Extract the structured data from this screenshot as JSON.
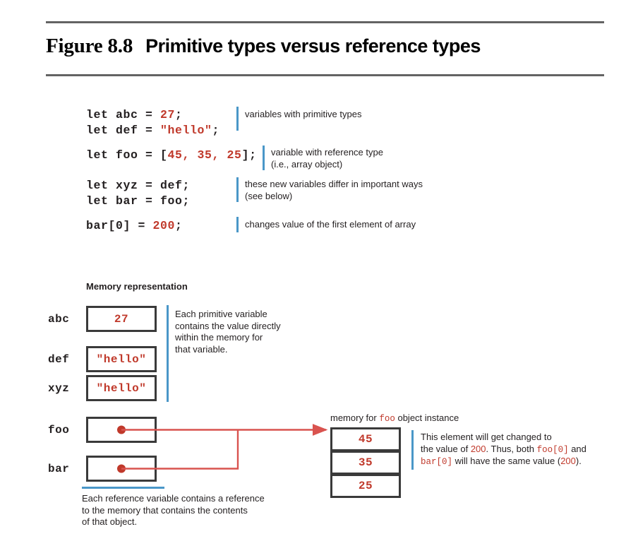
{
  "figure": {
    "number": "Figure 8.8",
    "title": "Primitive types versus reference types"
  },
  "code": {
    "group1": {
      "lines": [
        {
          "prefix": "let abc = ",
          "literal": "27",
          "suffix": ";"
        },
        {
          "prefix": "let def = ",
          "literal": "\"hello\"",
          "suffix": ";"
        }
      ],
      "line1_prefix": "let abc = ",
      "line1_literal": "27",
      "line1_suffix": ";",
      "line2_prefix": "let def = ",
      "line2_literal": "\"hello\"",
      "line2_suffix": ";",
      "annotation": "variables with primitive types"
    },
    "group2": {
      "prefix": "let foo = [",
      "literal": "45, 35, 25",
      "suffix": "];",
      "annotation": "variable with reference type\n(i.e., array object)"
    },
    "group3": {
      "line1": "let xyz = def;",
      "line2": "let bar = foo;",
      "annotation": "these new variables differ in important ways\n(see below)"
    },
    "group4": {
      "prefix": "bar[0] = ",
      "literal": "200",
      "suffix": ";",
      "annotation": "changes value of the first element of array"
    }
  },
  "memory": {
    "heading": "Memory representation",
    "primitives": {
      "rows": [
        {
          "label": "abc",
          "value": "27"
        },
        {
          "label": "def",
          "value": "\"hello\""
        },
        {
          "label": "xyz",
          "value": "\"hello\""
        }
      ],
      "abc_label": "abc",
      "abc_value": "27",
      "def_label": "def",
      "def_value": "\"hello\"",
      "xyz_label": "xyz",
      "xyz_value": "\"hello\"",
      "annotation": "Each primitive variable\ncontains the value directly\nwithin the memory for\nthat variable."
    },
    "references": {
      "foo_label": "foo",
      "bar_label": "bar",
      "annotation": "Each reference variable contains a reference\nto the memory that contains the contents\nof that object."
    },
    "array_object": {
      "caption_pre": "memory for ",
      "caption_code": "foo",
      "caption_post": " object instance",
      "cells": [
        "45",
        "35",
        "25"
      ],
      "cell0": "45",
      "cell1": "35",
      "cell2": "25",
      "annotation_part1": "This element will get changed to",
      "annotation_part2": "the value of ",
      "annotation_num1": "200",
      "annotation_part3": ". Thus, both ",
      "annotation_code1": "foo[0]",
      "annotation_part4": " and",
      "annotation_code2": "bar[0]",
      "annotation_part5": " will have the same value (",
      "annotation_num2": "200",
      "annotation_part6": ")."
    }
  },
  "colors": {
    "literal_red": "#c0392b",
    "accent_blue": "#4a97c8",
    "rule_gray": "#636363",
    "box_border": "#3a3a3a",
    "arrow_red": "#d9534f",
    "text": "#231f20"
  }
}
